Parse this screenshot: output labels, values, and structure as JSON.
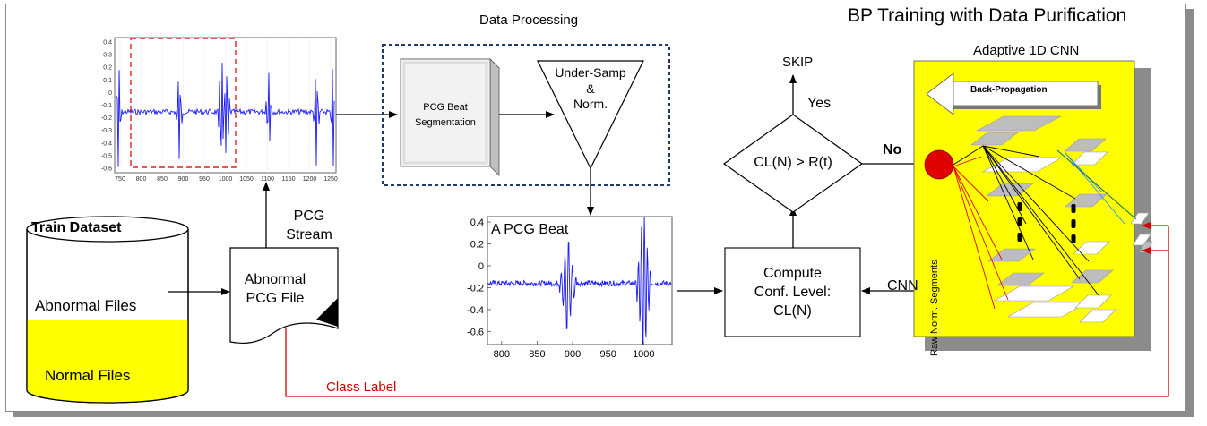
{
  "title": "BP Training with Data Purification",
  "data_processing": {
    "label": "Data Processing",
    "segmentation": [
      "PCG Beat",
      "Segmentation"
    ],
    "undersamp": [
      "Under-Samp",
      "&",
      "Norm."
    ]
  },
  "stream_plot": {
    "y_ticks": [
      "0.4",
      "0.3",
      "0.2",
      "0.1",
      "0",
      "-0.1",
      "-0.2",
      "-0.3",
      "-0.4",
      "-0.5",
      "-0.6"
    ],
    "x_ticks": [
      "750",
      "800",
      "850",
      "900",
      "950",
      "1000",
      "1050",
      "1100",
      "1150",
      "1200",
      "1250"
    ]
  },
  "pcg_stream": [
    "PCG",
    "Stream"
  ],
  "train_dataset": {
    "title": "Train Dataset",
    "abnormal": "Abnormal Files",
    "normal": "Normal Files"
  },
  "abnormal_pcg_file": [
    "Abnormal",
    "PCG File"
  ],
  "beat_plot": {
    "title": "A PCG Beat",
    "y_ticks": [
      "0.4",
      "0.2",
      "0",
      "-0.2",
      "-0.4",
      "-0.6"
    ],
    "x_ticks": [
      "800",
      "850",
      "900",
      "950",
      "1000"
    ]
  },
  "skip": "SKIP",
  "yes": "Yes",
  "no": "No",
  "decision": "CL(N) > R(t)",
  "compute": [
    "Compute",
    "Conf. Level:",
    "CL(N)"
  ],
  "cnn_label": "CNN",
  "cnn": {
    "title": "Adaptive 1D CNN",
    "backprop": "Back-Propagation",
    "raw_segments": "Raw Norm. Segments"
  },
  "class_label": "Class Label",
  "colors": {
    "panel_yellow": "#ffff00",
    "signal_blue": "#1a1aff",
    "class_red": "#d40000",
    "neuron_red": "#e00000",
    "frame_gray": "#8c8c8c"
  }
}
